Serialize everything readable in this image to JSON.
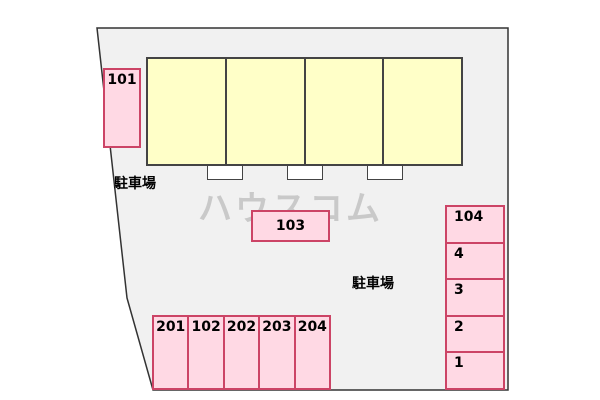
{
  "plan": {
    "watermark": "ハウスコム",
    "area_label_left": "駐車場",
    "area_label_right": "駐車場"
  },
  "building": {
    "unit_count": 4
  },
  "stalls": {
    "s101": "101",
    "s103": "103",
    "right_column": [
      "104",
      "4",
      "3",
      "2",
      "1"
    ],
    "bottom_row": [
      "201",
      "102",
      "202",
      "203",
      "204"
    ]
  },
  "colors": {
    "site_fill": "#f1f1f1",
    "site_border": "#333333",
    "building_fill": "#ffffc8",
    "building_border": "#444444",
    "stall_fill": "#ffd9e4",
    "stall_border": "#cc4466",
    "watermark": "#c9c9c9"
  }
}
